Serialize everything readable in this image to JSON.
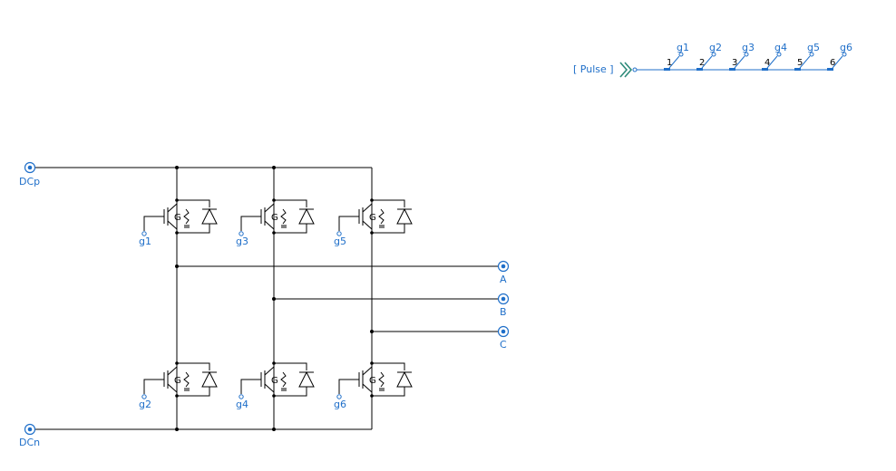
{
  "ports": {
    "dcp": "DCp",
    "dcn": "DCn",
    "a": "A",
    "b": "B",
    "c": "C"
  },
  "gates": [
    "g1",
    "g3",
    "g5",
    "g2",
    "g4",
    "g6"
  ],
  "device_label": "G",
  "pulse": {
    "label": "[ Pulse ]",
    "taps": [
      {
        "index": "1",
        "name": "g1"
      },
      {
        "index": "2",
        "name": "g2"
      },
      {
        "index": "3",
        "name": "g3"
      },
      {
        "index": "4",
        "name": "g4"
      },
      {
        "index": "5",
        "name": "g5"
      },
      {
        "index": "6",
        "name": "g6"
      }
    ]
  },
  "colors": {
    "wire": "#000000",
    "label": "#1f6fc9",
    "connector": "#2e8b7a"
  }
}
